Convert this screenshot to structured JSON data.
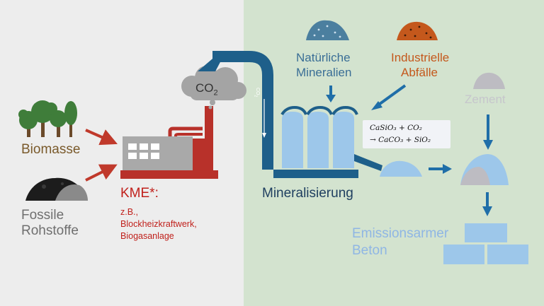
{
  "left_panel": {
    "biomass_label": "Biomasse",
    "fossil_label_1": "Fossile",
    "fossil_label_2": "Rohstoffe",
    "kme_title": "KME*:",
    "kme_example_1": "z.B.,",
    "kme_example_2": "Blockheizkraftwerk,",
    "kme_example_3": "Biogasanlage",
    "cloud_text": "CO",
    "cloud_subscript": "2",
    "pipe_text": "CO",
    "pipe_subscript": "2"
  },
  "right_panel": {
    "natural_minerals_1": "Natürliche",
    "natural_minerals_2": "Mineralien",
    "industrial_waste_1": "Industrielle",
    "industrial_waste_2": "Abfälle",
    "cement_label": "Zement",
    "mineralization_label": "Mineralisierung",
    "equation_line_1": "CaSiO₃ + CO₂",
    "equation_line_2": "→ CaCO₃ + SiO₂",
    "concrete_label_1": "Emissionsarmer",
    "concrete_label_2": "Beton"
  },
  "colors": {
    "left_background": "#ededed",
    "right_background": "#d3e3cf",
    "arrow_red": "#c0392b",
    "arrow_blue": "#1f6ea8",
    "pipe_blue": "#1e5f8a",
    "tank_blue": "#9dc7ea",
    "mineral_pile": "#4b7f9f",
    "waste_pile": "#c4581c",
    "factory_red": "#b8312a"
  }
}
